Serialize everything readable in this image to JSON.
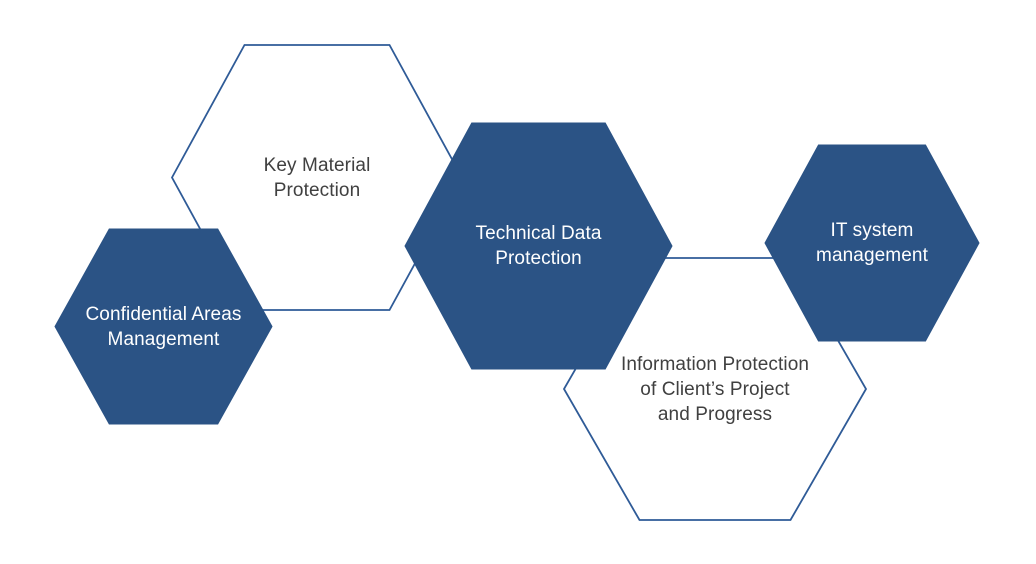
{
  "diagram": {
    "title": "Protection hexagon diagram",
    "hexagons": [
      {
        "id": "key-material-protection",
        "label": "Key Material\nProtection",
        "style": "outline"
      },
      {
        "id": "confidential-areas-management",
        "label": "Confidential Areas\nManagement",
        "style": "filled"
      },
      {
        "id": "technical-data-protection",
        "label": "Technical Data\nProtection",
        "style": "filled"
      },
      {
        "id": "information-protection",
        "label": "Information Protection\nof Client’s Project\nand Progress",
        "style": "outline"
      },
      {
        "id": "it-system-management",
        "label": "IT system\nmanagement",
        "style": "filled"
      }
    ],
    "colors": {
      "fill_blue": "#2B5385",
      "outline_blue": "#2F5B97",
      "text_dark": "#404040",
      "text_light": "#FFFFFF",
      "background": "#FFFFFF"
    }
  }
}
